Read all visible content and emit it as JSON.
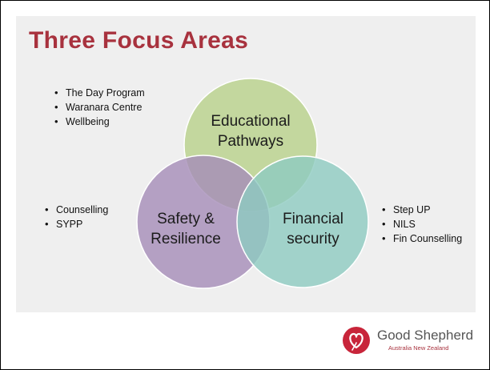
{
  "slide": {
    "title": "Three Focus Areas"
  },
  "venn": {
    "circles": [
      {
        "id": "educational",
        "label_lines": [
          "Educational",
          "Pathways"
        ],
        "fill": "#b8d18a"
      },
      {
        "id": "safety",
        "label_lines": [
          "Safety &",
          "Resilience"
        ],
        "fill": "#a58cb8"
      },
      {
        "id": "financial",
        "label_lines": [
          "Financial",
          "security"
        ],
        "fill": "#8dcac0"
      }
    ]
  },
  "lists": {
    "educational": [
      "The Day Program",
      "Waranara Centre",
      "Wellbeing"
    ],
    "safety": [
      "Counselling",
      "SYPP"
    ],
    "financial": [
      "Step UP",
      "NILS",
      "Fin Counselling"
    ]
  },
  "logo": {
    "name": "Good Shepherd",
    "subtitle": "Australia New Zealand",
    "icon": "heart-logo-icon",
    "color": "#c8253a"
  },
  "colors": {
    "title": "#a8323e",
    "panel": "#efefef"
  }
}
